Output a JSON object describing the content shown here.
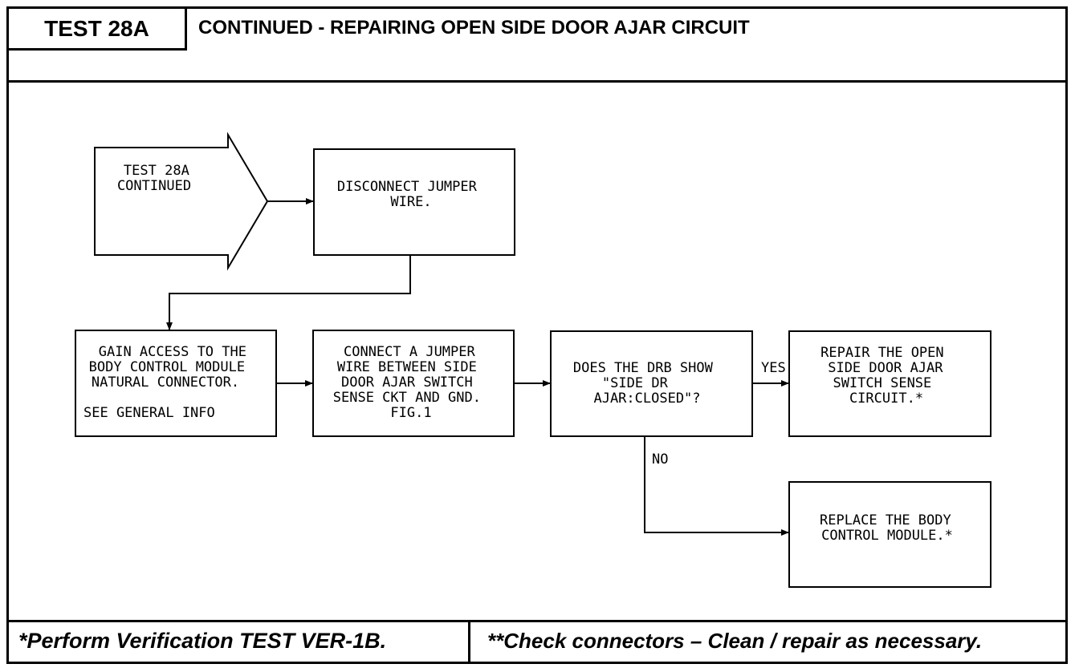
{
  "header": {
    "test_id": "TEST 28A",
    "title": "CONTINUED -  REPAIRING OPEN SIDE DOOR AJAR CIRCUIT"
  },
  "flowchart": {
    "start": [
      "TEST 28A",
      "CONTINUED"
    ],
    "disconnect": [
      "DISCONNECT JUMPER",
      "WIRE."
    ],
    "gain_access": [
      "GAIN ACCESS TO THE",
      "BODY CONTROL MODULE",
      "NATURAL CONNECTOR."
    ],
    "gain_access_note": "SEE GENERAL INFO",
    "connect_jumper": [
      "CONNECT A JUMPER",
      "WIRE BETWEEN SIDE",
      "DOOR AJAR SWITCH",
      "SENSE CKT AND GND.",
      "FIG.1"
    ],
    "decision": [
      "DOES THE DRB SHOW",
      "\"SIDE DR",
      "AJAR:CLOSED\"?"
    ],
    "yes_label": "YES",
    "no_label": "NO",
    "repair": [
      "REPAIR THE OPEN",
      "SIDE DOOR AJAR",
      "SWITCH SENSE",
      "CIRCUIT.*"
    ],
    "replace": [
      "REPLACE THE BODY",
      "CONTROL MODULE.*"
    ]
  },
  "footer": {
    "left": "*Perform Verification TEST VER-1B.",
    "right": "**Check connectors – Clean / repair as necessary."
  }
}
